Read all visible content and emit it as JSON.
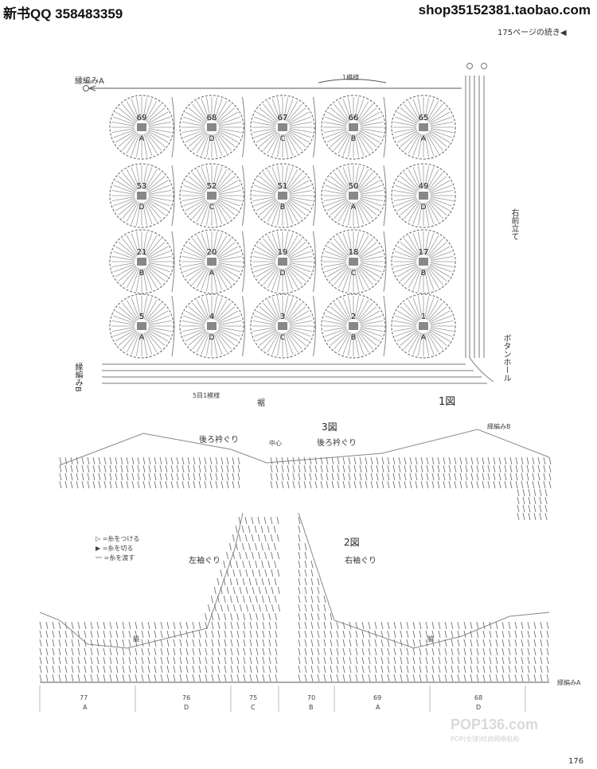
{
  "header": {
    "left": "新书QQ 358483359",
    "right": "shop35152381.taobao.com",
    "continued": "175ページの続き◀"
  },
  "fig1": {
    "label_top_left": "縁編みA",
    "label_repeat_top": "1模様",
    "label_bottom_left": "縁編みB",
    "label_bottom_repeat": "5目1模様",
    "label_hem": "裾",
    "label_fig": "1図",
    "label_right_front": "右前立て",
    "label_buttonhole": "ボタンホール",
    "motif_rows": [
      {
        "numbers": [
          "69",
          "68",
          "67",
          "66",
          "65"
        ],
        "letters": [
          "A",
          "D",
          "C",
          "B",
          "A"
        ]
      },
      {
        "numbers": [
          "53",
          "52",
          "51",
          "50",
          "49"
        ],
        "letters": [
          "D",
          "C",
          "B",
          "A",
          "D"
        ]
      },
      {
        "numbers": [
          "21",
          "20",
          "19",
          "18",
          "17"
        ],
        "letters": [
          "B",
          "A",
          "D",
          "C",
          "B"
        ]
      },
      {
        "numbers": [
          "5",
          "4",
          "3",
          "2",
          "1"
        ],
        "letters": [
          "A",
          "D",
          "C",
          "B",
          "A"
        ]
      }
    ]
  },
  "fig3": {
    "label_fig": "3図",
    "label_back_neck_left": "後ろ衿ぐり",
    "label_back_neck_center": "後ろ衿ぐり",
    "label_center": "中心",
    "label_edging_b": "縁編みB"
  },
  "fig2": {
    "label_fig": "2図",
    "label_left_armhole": "左袖ぐり",
    "label_right_armhole": "右袖ぐり",
    "label_edging_a": "縁編みA",
    "label_side": "脇",
    "legend": [
      "=糸をつける",
      "=糸を切る",
      "=糸を渡す"
    ],
    "bottom_numbers": [
      "77",
      "76",
      "75",
      "70",
      "69",
      "68"
    ],
    "bottom_letters": [
      "A",
      "D",
      "C",
      "B",
      "A",
      "D"
    ]
  },
  "footer": {
    "page_number": "176",
    "watermark": "POP136.com",
    "watermark_sub": "POP(全球)时尚网络机构"
  }
}
